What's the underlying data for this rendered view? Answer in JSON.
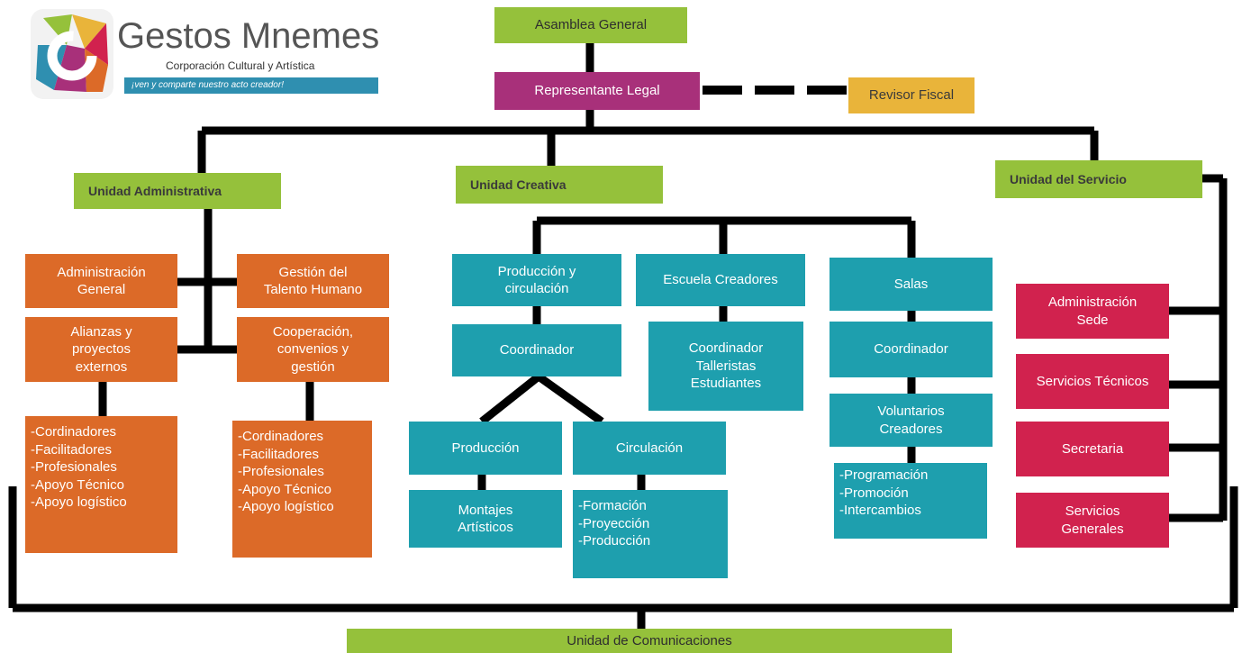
{
  "logo": {
    "title": "Gestos Mnemes",
    "subtitle": "Corporación Cultural y Artística",
    "tagline": "¡ven y comparte nuestro acto creador!"
  },
  "top": {
    "asamblea": "Asamblea General",
    "representante": "Representante Legal",
    "revisor": "Revisor Fiscal"
  },
  "units": {
    "administrativa": "Unidad Administrativa",
    "creativa": "Unidad Creativa",
    "servicio": "Unidad del Servicio",
    "comunicaciones": "Unidad de Comunicaciones"
  },
  "admin": {
    "administracion_general": "Administración\nGeneral",
    "gestion_talento": "Gestión del\nTalento Humano",
    "alianzas": "Alianzas y\nproyectos\nexternos",
    "cooperacion": "Cooperación,\nconvenios y\ngestión",
    "staff_left": "-Cordinadores\n-Facilitadores\n-Profesionales\n-Apoyo Técnico\n-Apoyo logístico",
    "staff_right": "-Cordinadores\n-Facilitadores\n-Profesionales\n-Apoyo Técnico\n-Apoyo logístico"
  },
  "creativa": {
    "produccion_circulacion": "Producción y\ncirculación",
    "coordinador_pc": "Coordinador",
    "produccion": "Producción",
    "circulacion": "Circulación",
    "montajes": "Montajes\nArtísticos",
    "circulacion_items": "-Formación\n-Proyección\n-Producción",
    "escuela": "Escuela Creadores",
    "escuela_coord": "Coordinador\nTalleristas\nEstudiantes",
    "salas": "Salas",
    "salas_coord": "Coordinador",
    "voluntarios": "Voluntarios\nCreadores",
    "salas_items": "-Programación\n-Promoción\n-Intercambios"
  },
  "servicio": {
    "administracion_sede": "Administración\nSede",
    "servicios_tecnicos": "Servicios Técnicos",
    "secretaria": "Secretaria",
    "servicios_generales": "Servicios\nGenerales"
  },
  "colors": {
    "green": "#95c13b",
    "magenta": "#a8307a",
    "gold": "#e9b43a",
    "orange": "#dc6a28",
    "teal": "#1e9fae",
    "crimson": "#d1224e",
    "connector": "#000000"
  }
}
